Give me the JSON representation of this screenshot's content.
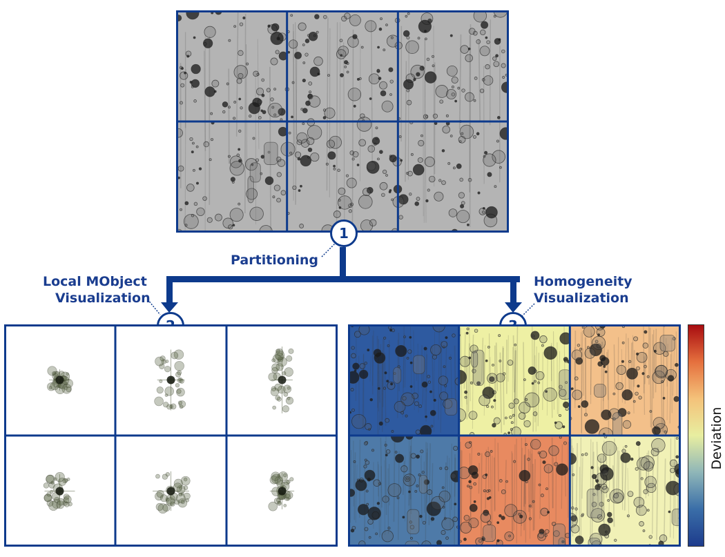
{
  "labels": {
    "partitioning": "Partitioning",
    "local_line1": "Local MObject",
    "local_line2": "Visualization",
    "homog_line1": "Homogeneity",
    "homog_line2": "Visualization",
    "colorbar": "Deviation"
  },
  "steps": {
    "one": "1",
    "two": "2",
    "three": "3"
  },
  "colors": {
    "frame": "#0d3a8c",
    "text": "#1a3d8f",
    "partition_bg": "#b4b4b4",
    "homogeneity_cells": [
      "#2e5aa0",
      "#eef0a4",
      "#f3c08a",
      "#4e7aa8",
      "#e88a60",
      "#f1f1b6"
    ],
    "colormap": [
      "#1d3b8c",
      "#3a6ea8",
      "#8fb6b8",
      "#e8eea0",
      "#f4c27a",
      "#e5703e",
      "#a80c10"
    ]
  }
}
